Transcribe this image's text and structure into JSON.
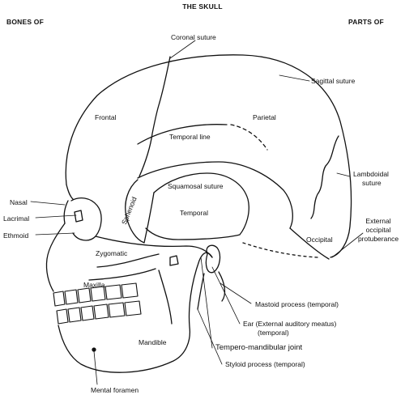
{
  "header": {
    "title": "THE SKULL",
    "left": "BONES OF",
    "right": "PARTS OF"
  },
  "labels": {
    "coronal_suture": "Coronal suture",
    "sagittal_suture": "Sagittal suture",
    "frontal": "Frontal",
    "parietal": "Parietal",
    "temporal_line": "Temporal line",
    "lambdoidal_suture_1": "Lambdoidal",
    "lambdoidal_suture_2": "suture",
    "squamosal_suture": "Squamosal suture",
    "sphenoid": "Sphenoid",
    "temporal": "Temporal",
    "nasal": "Nasal",
    "lacrimal": "Lacrimal",
    "ethmoid": "Ethmoid",
    "zygomatic": "Zygomatic",
    "occipital": "Occipital",
    "ext_occ_1": "External",
    "ext_occ_2": "occipital",
    "ext_occ_3": "protuberance",
    "maxilla": "Maxilla",
    "mastoid_process": "Mastoid process (temporal)",
    "ear_1": "Ear (External auditory meatus)",
    "ear_2": "(temporal)",
    "tmj": "Tempero-mandibular joint",
    "styloid_process": "Styloid process (temporal)",
    "mandible": "Mandible",
    "mental_foramen": "Mental foramen"
  }
}
